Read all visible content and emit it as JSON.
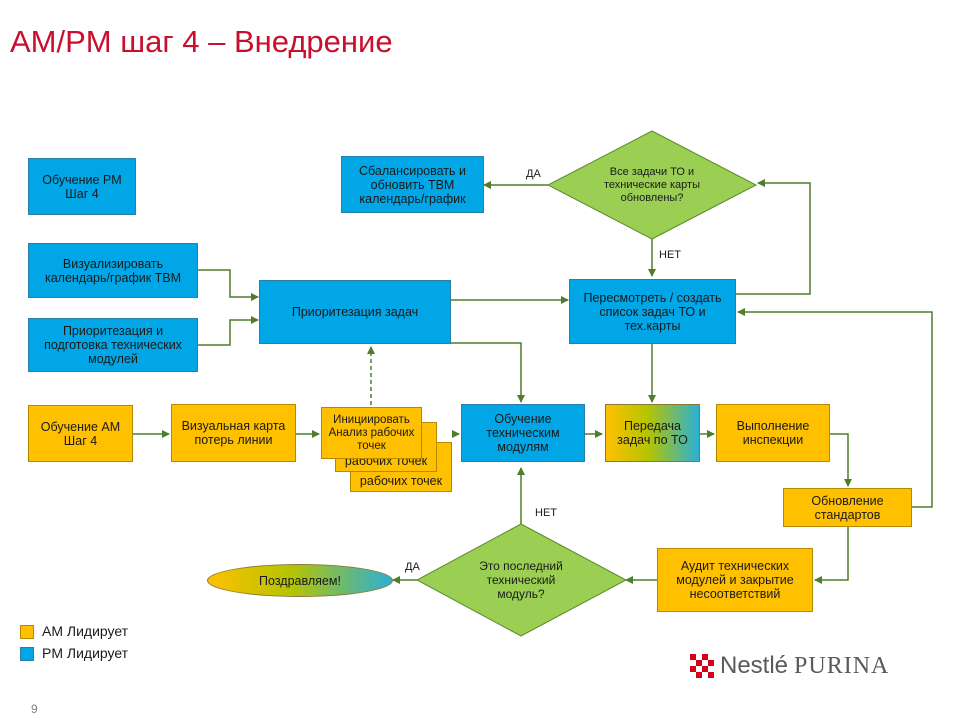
{
  "title": "AM/PM шаг 4 – Внедрение",
  "nodes": {
    "pm_training": "Обучение PM Шаг 4",
    "visualize_tbm": "Визуализировать календарь/график TBM",
    "prioritize_modules": "Приоритезация и подготовка технических модулей",
    "prioritize_tasks": "Приоритезация задач",
    "balance_tbm": "Сбалансировать и обновить TBM календарь/график",
    "all_tasks_decision": "Все задачи ТО и технические карты обновлены?",
    "review_list": "Пересмотреть / создать список задач ТО и тех.карты",
    "am_training": "Обучение AM Шаг 4",
    "loss_map": "Визуальная карта потерь линии",
    "initiate_analysis": "Инициировать Анализ рабочих точек",
    "work_points_1": "рабочих точек",
    "work_points_2": "рабочих точек",
    "tech_module_training": "Обучение техническим модулям",
    "transfer_tasks": "Передача задач по ТО",
    "perform_inspections": "Выполнение инспекции",
    "update_standards": "Обновление стандартов",
    "audit_modules": "Аудит технических модулей и закрытие несоответствий",
    "last_module_decision": "Это последний технический модуль?",
    "congrats": "Поздравляем!"
  },
  "edge_labels": {
    "yes_top": "ДА",
    "no_top": "НЕТ",
    "no_bottom": "НЕТ",
    "yes_bottom": "ДА"
  },
  "legend": {
    "am": "AM Лидирует",
    "pm": "PM Лидирует"
  },
  "colors": {
    "am": "#ffc000",
    "pm": "#00a6e6",
    "decision": "#9bcf53",
    "arrows": "#4f7d2c",
    "title": "#c8102e"
  },
  "logo": {
    "brand": "Nestlé",
    "product": "PURINA"
  },
  "page_number": "9"
}
